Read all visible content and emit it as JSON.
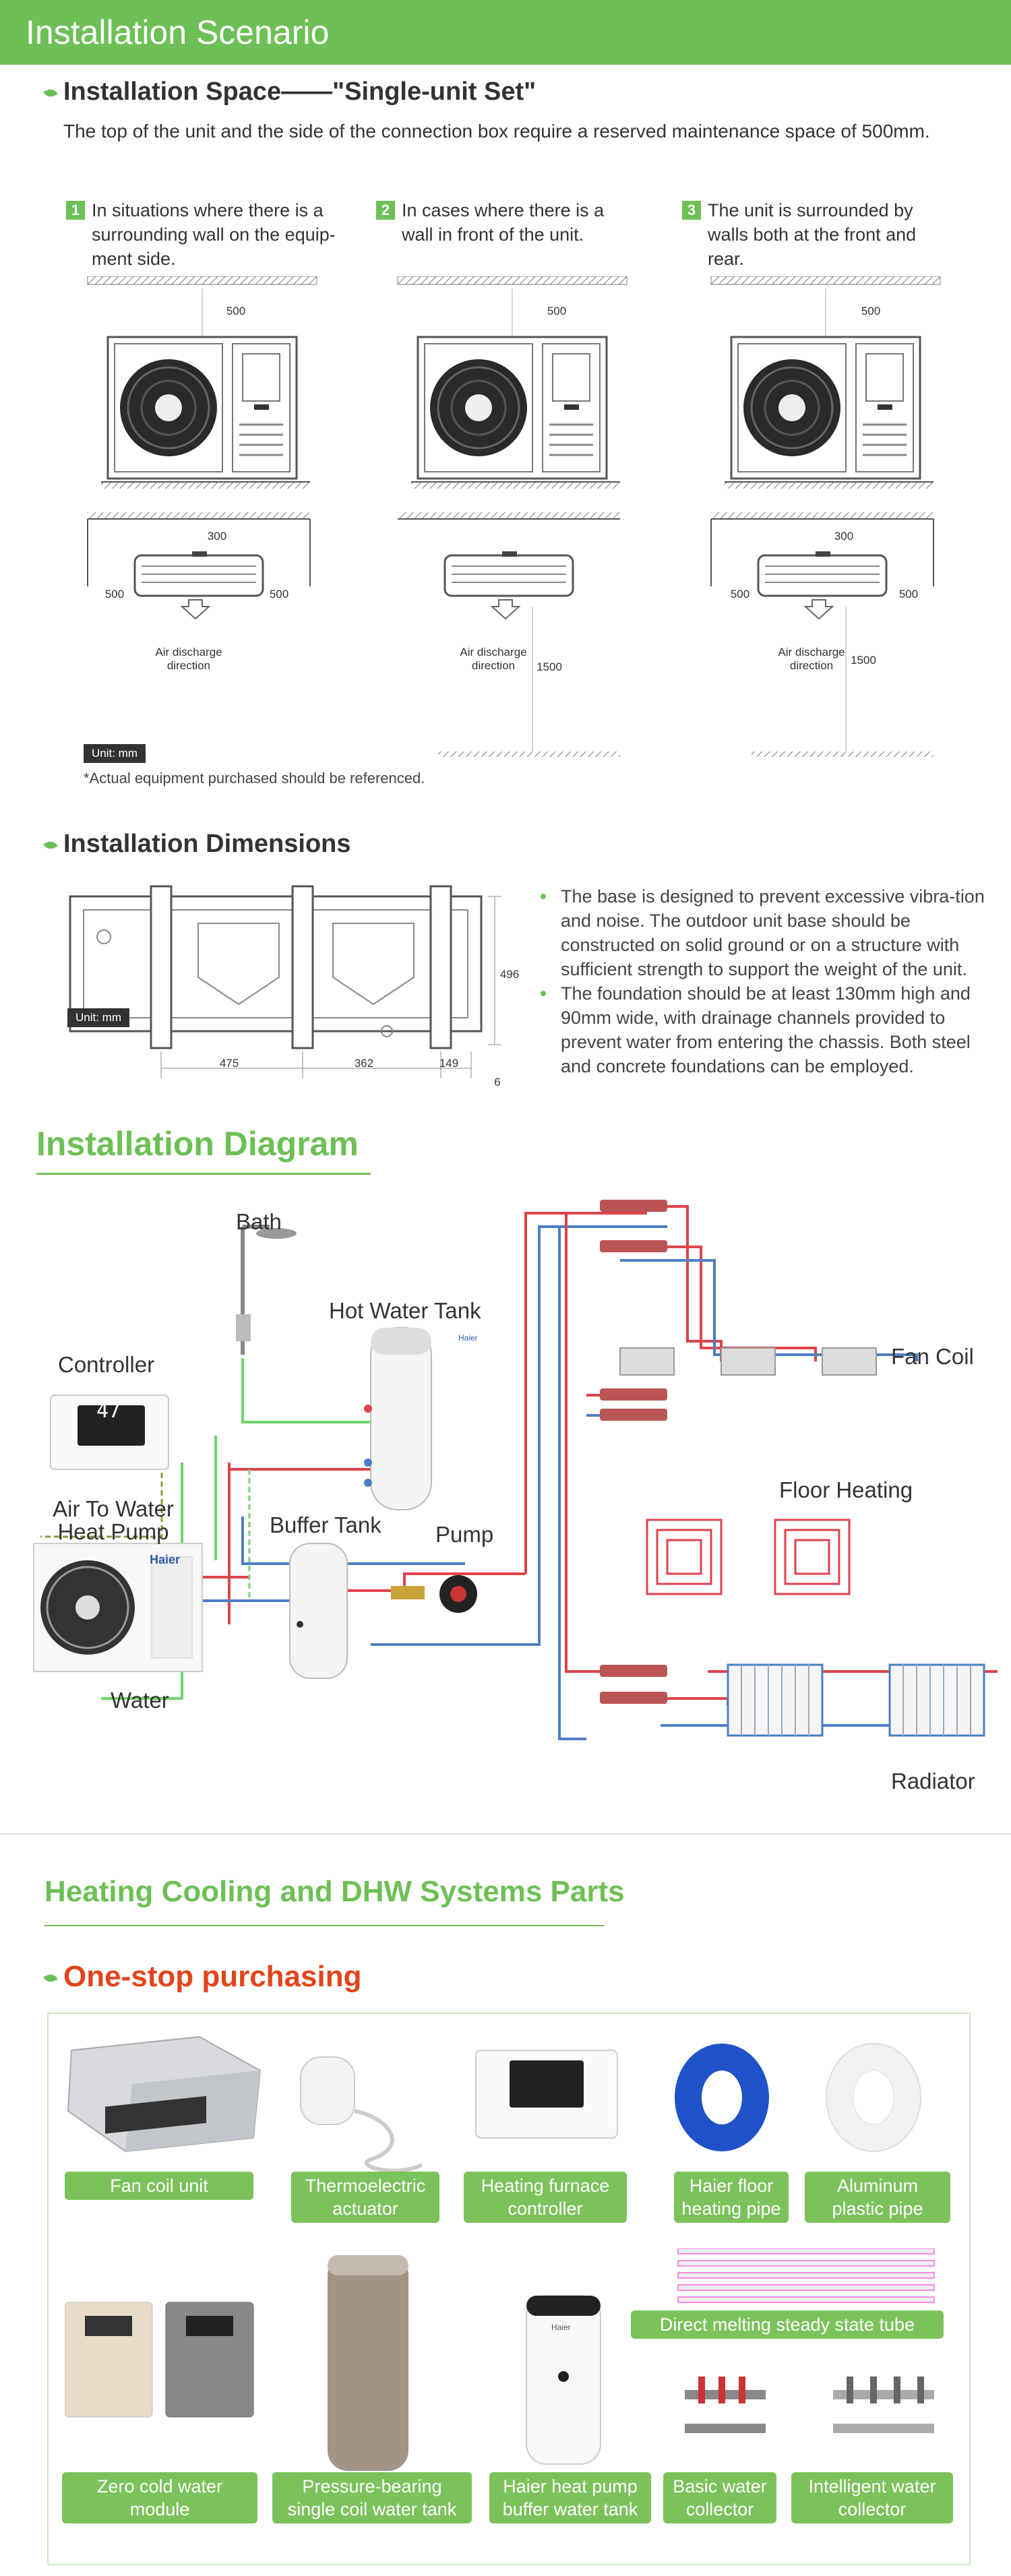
{
  "banner": {
    "title": "Installation Scenario"
  },
  "space": {
    "heading": "Installation Space——\"Single-unit Set\"",
    "description": "The top of the unit and the side of the connection box require a reserved maintenance space of 500mm.",
    "cases": [
      {
        "num": "1",
        "text": "In situations where there is a surrounding wall on the equip-ment side."
      },
      {
        "num": "2",
        "text": "In cases where there is a wall in front of the unit."
      },
      {
        "num": "3",
        "text": "The unit is surrounded by walls both at the front and rear."
      }
    ],
    "dim_500": "500",
    "dim_300": "300",
    "dim_1500": "1500",
    "air_discharge_1": "Air discharge",
    "air_discharge_2": "direction",
    "unit_badge": "Unit: mm",
    "note": "*Actual equipment purchased should be referenced."
  },
  "dimensions": {
    "heading": "Installation Dimensions",
    "unit_badge": "Unit: mm",
    "d475": "475",
    "d362": "362",
    "d149": "149",
    "d496": "496",
    "d6": "6",
    "bullets": [
      "The base is designed to prevent excessive vibra-tion and noise.  The outdoor unit base should be constructed on solid ground or on a structure with sufficient strength to support the weight of the unit.",
      "The foundation should be at least 130mm high and 90mm wide, with drainage channels provided to prevent water from entering the chassis.  Both steel and concrete foundations can be employed."
    ]
  },
  "diagram": {
    "heading": "Installation Diagram",
    "labels": {
      "bath": "Bath",
      "hot_water_tank": "Hot Water Tank",
      "controller": "Controller",
      "heat_pump_1": "Air To Water",
      "heat_pump_2": "Heat Pump",
      "buffer_tank": "Buffer Tank",
      "pump": "Pump",
      "water": "Water",
      "fan_coil": "Fan Coil",
      "floor_heating": "Floor Heating",
      "radiator": "Radiator",
      "brand": "Haier",
      "display": "47"
    }
  },
  "parts": {
    "heading": "Heating Cooling and DHW Systems Parts",
    "subheading": "One-stop purchasing",
    "brand": "Haier",
    "row1": [
      {
        "line1": "Fan coil unit",
        "line2": ""
      },
      {
        "line1": "Thermoelectric",
        "line2": "actuator"
      },
      {
        "line1": "Heating furnace",
        "line2": "controller"
      },
      {
        "line1": "Haier floor",
        "line2": "heating pipe"
      },
      {
        "line1": "Aluminum",
        "line2": "plastic pipe"
      }
    ],
    "tube_label": "Direct melting steady state tube",
    "row2": [
      {
        "line1": "Zero cold water",
        "line2": "module"
      },
      {
        "line1": "Pressure-bearing",
        "line2": "single coil water tank"
      },
      {
        "line1": "Haier heat pump",
        "line2": "buffer water tank"
      },
      {
        "line1": "Basic water",
        "line2": "collector"
      },
      {
        "line1": "Intelligent water",
        "line2": "collector"
      }
    ]
  },
  "colors": {
    "green": "#6dc055",
    "orange": "#e2441b",
    "pipe_red": "#e0434a",
    "pipe_blue": "#4b7fc4",
    "pipe_green": "#6fd66a"
  }
}
